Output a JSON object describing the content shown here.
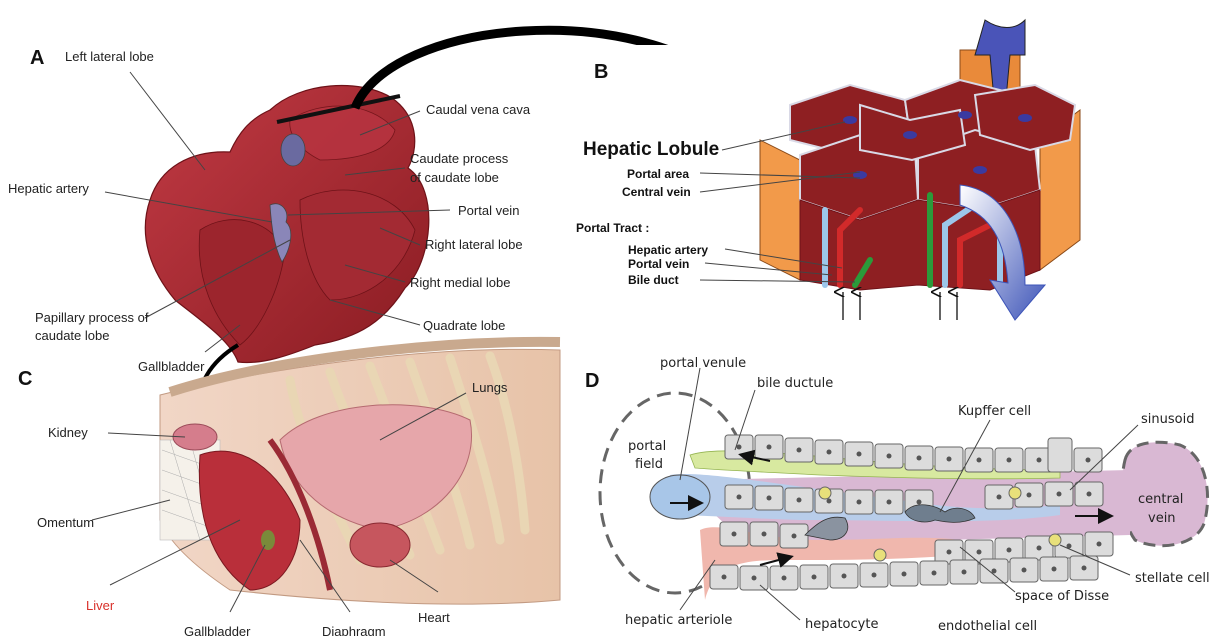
{
  "panels": {
    "a": "A",
    "b": "B",
    "c": "C",
    "d": "D"
  },
  "panel_a": {
    "left_lateral_lobe": "Left lateral lobe",
    "caudal_vena_cava": "Caudal vena cava",
    "caudate_process_1": "Caudate process",
    "caudate_process_2": "of caudate lobe",
    "hepatic_artery": "Hepatic artery",
    "portal_vein": "Portal vein",
    "right_lateral_lobe": "Right lateral lobe",
    "right_medial_lobe": "Right medial lobe",
    "papillary_1": "Papillary process of",
    "papillary_2": "caudate lobe",
    "quadrate_lobe": "Quadrate lobe",
    "gallbladder": "Gallbladder"
  },
  "panel_b": {
    "hepatic_lobule": "Hepatic Lobule",
    "portal_area": "Portal area",
    "central_vein": "Central vein",
    "portal_tract": "Portal Tract :",
    "hepatic_artery": "Hepatic artery",
    "portal_vein": "Portal vein",
    "bile_duct": "Bile duct"
  },
  "panel_c": {
    "kidney": "Kidney",
    "lungs": "Lungs",
    "omentum": "Omentum",
    "liver": "Liver",
    "gallbladder": "Gallbladder",
    "diaphragm": "Diaphragm",
    "heart": "Heart"
  },
  "panel_d": {
    "portal_venule": "portal venule",
    "bile_ductule": "bile ductule",
    "kupffer_cell": "Kupffer cell",
    "sinusoid": "sinusoid",
    "portal_field_1": "portal",
    "portal_field_2": "field",
    "central_vein_1": "central",
    "central_vein_2": "vein",
    "stellate_cell": "stellate cell",
    "space_of_disse": "space of Disse",
    "hepatic_arteriole": "hepatic arteriole",
    "hepatocyte": "hepatocyte",
    "endothelial_cell": "endothelial cell"
  },
  "colors": {
    "liver": "#a8242c",
    "lobule": "#8e1f22",
    "portal_blue": "#9cc6ea",
    "artery_red": "#d22a2a",
    "bile_green": "#2b9a3a",
    "disse_pink": "#d9b8d3",
    "liver_label": "#d9302a"
  }
}
